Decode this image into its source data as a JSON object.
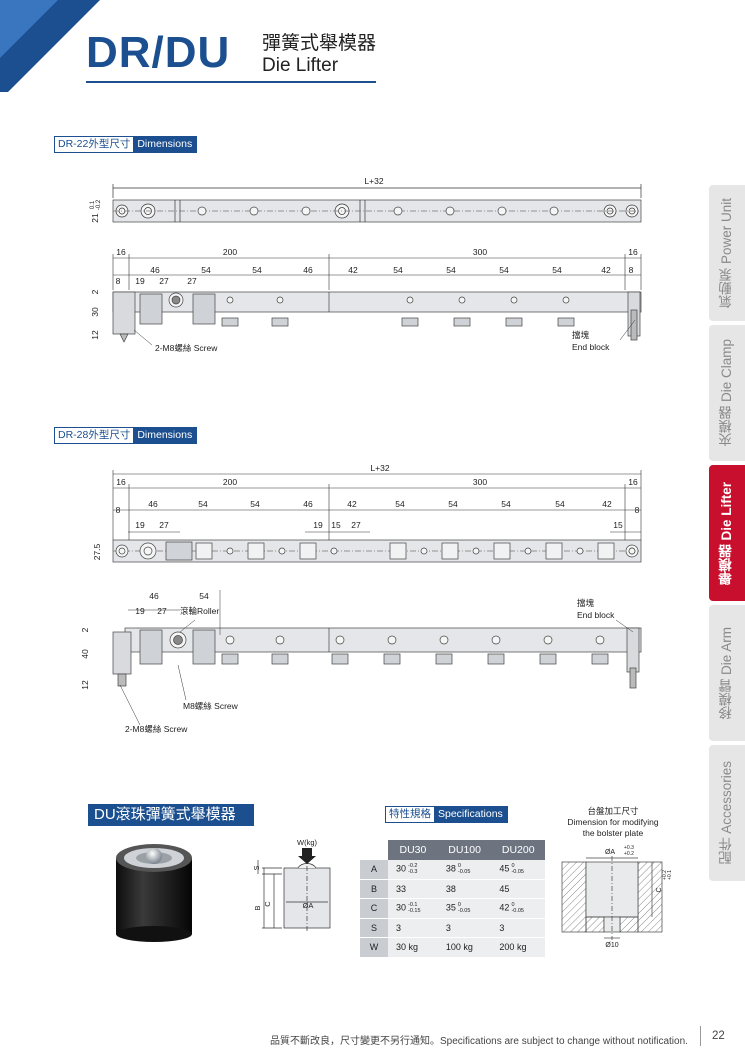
{
  "header": {
    "title": "DR/DU",
    "subtitle_cn": "彈簧式舉模器",
    "subtitle_en": "Die Lifter"
  },
  "colors": {
    "brand": "#1b4f8f",
    "accent_tab": "#c8102e",
    "tab_gray": "#e6e6e6"
  },
  "sections": {
    "dr22": {
      "label_cn": "DR-22外型尺寸",
      "label_en": "Dimensions"
    },
    "dr28": {
      "label_cn": "DR-28外型尺寸",
      "label_en": "Dimensions"
    }
  },
  "dr22": {
    "overall": "L+32",
    "top_dims": [
      "16",
      "200",
      "300",
      "16"
    ],
    "mid_dims": [
      "8",
      "46",
      "54",
      "54",
      "46",
      "42",
      "54",
      "54",
      "54",
      "54",
      "42",
      "8"
    ],
    "small_dims": [
      "19",
      "27",
      "27"
    ],
    "left_dims": [
      "0.1",
      "-0.2",
      "21",
      "2",
      "30",
      "12"
    ],
    "screw_note": "2-M8螺絲 Screw",
    "end_block_cn": "擋塊",
    "end_block_en": "End block"
  },
  "dr28": {
    "overall": "L+32",
    "top_dims": [
      "16",
      "200",
      "300",
      "16"
    ],
    "mid_dims": [
      "8",
      "46",
      "54",
      "54",
      "46",
      "42",
      "54",
      "54",
      "54",
      "54",
      "42",
      "8"
    ],
    "small_dims": [
      "19",
      "27",
      "19",
      "15",
      "27",
      "15"
    ],
    "left_dims": [
      "27.5",
      "2",
      "40",
      "12"
    ],
    "side_dims": [
      "46",
      "54",
      "19",
      "27"
    ],
    "roller_note": "滾輪Roller",
    "screw_note": "M8螺絲 Screw",
    "screw_note2": "2-M8螺絲 Screw",
    "end_block_cn": "擋塊",
    "end_block_en": "End block"
  },
  "du": {
    "banner": "DU滾珠彈簧式舉模器",
    "load_label": "W(kg)",
    "dims": [
      "S",
      "B",
      "C",
      "ØA"
    ],
    "spec_label_cn": "特性規格",
    "spec_label_en": "Specifications",
    "bolster_title_cn": "台盤加工尺寸",
    "bolster_title_en1": "Dimension for modifying",
    "bolster_title_en2": "the bolster plate",
    "bolster_dims": [
      "ØA",
      "+0.3",
      "+0.2",
      "C",
      "+0.2",
      "+0.1",
      "Ø10"
    ]
  },
  "spec_table": {
    "headers": [
      "DU30",
      "DU100",
      "DU200"
    ],
    "rows": [
      {
        "label": "A",
        "cells": [
          {
            "v": "30",
            "u": "-0.2",
            "l": "-0.3"
          },
          {
            "v": "38",
            "u": "0",
            "l": "-0.05"
          },
          {
            "v": "45",
            "u": "0",
            "l": "-0.05"
          }
        ]
      },
      {
        "label": "B",
        "cells": [
          {
            "v": "33"
          },
          {
            "v": "38"
          },
          {
            "v": "45"
          }
        ]
      },
      {
        "label": "C",
        "cells": [
          {
            "v": "30",
            "u": "-0.1",
            "l": "-0.15"
          },
          {
            "v": "35",
            "u": "0",
            "l": "-0.05"
          },
          {
            "v": "42",
            "u": "0",
            "l": "-0.05"
          }
        ]
      },
      {
        "label": "S",
        "cells": [
          {
            "v": "3"
          },
          {
            "v": "3"
          },
          {
            "v": "3"
          }
        ]
      },
      {
        "label": "W",
        "cells": [
          {
            "v": "30 kg"
          },
          {
            "v": "100 kg"
          },
          {
            "v": "200 kg"
          }
        ]
      }
    ]
  },
  "side_tabs": [
    {
      "label": "氣動泵 Power Unit",
      "active": false
    },
    {
      "label": "夾模器 Die Clamp",
      "active": false
    },
    {
      "label": "舉模器 Die Lifter",
      "active": true
    },
    {
      "label": "移模臂 Die Arm",
      "active": false
    },
    {
      "label": "配件 Accessories",
      "active": false
    }
  ],
  "footer": {
    "note": "品質不斷改良，尺寸變更不另行通知。Specifications are subject to change without notification.",
    "page": "22"
  }
}
